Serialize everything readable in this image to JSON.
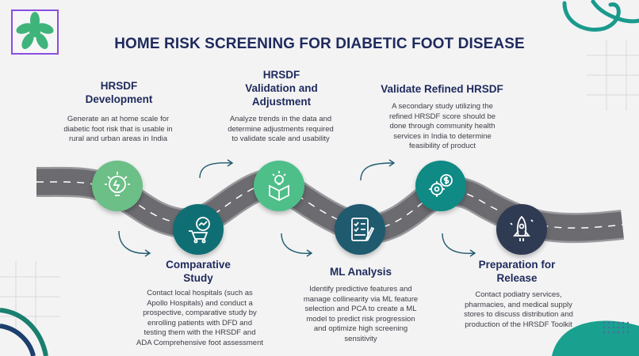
{
  "title": "HOME RISK SCREENING FOR DIABETIC FOOT DISEASE",
  "colors": {
    "title": "#1f2a5c",
    "road": "#6e6e72",
    "road_edge": "#9a9a9e",
    "lane": "#ffffff",
    "step1": "#6cbf86",
    "step2": "#0f6e74",
    "step3": "#4fbf8a",
    "step4": "#1f5a6e",
    "step5": "#0f8a85",
    "step6": "#2f3b52"
  },
  "steps": [
    {
      "title": "HRSDF\nDevelopment",
      "description": "Generate an at home scale for diabetic foot risk that is usable in rural and urban areas in India",
      "icon": "lightbulb-gear-icon"
    },
    {
      "title": "Comparative\nStudy",
      "description": "Contact local hospitals (such as Apollo Hospitals) and conduct a prospective, comparative study by enrolling patients with DFD and testing them with the HRSDF and ADA Comprehensive foot assessment",
      "icon": "cart-chart-icon"
    },
    {
      "title": "HRSDF\nValidation and\nAdjustment",
      "description": "Analyze trends in the data and determine adjustments required to validate scale and usability",
      "icon": "box-idea-icon"
    },
    {
      "title": "ML Analysis",
      "description": "Identify predictive features and manage collinearity via ML feature selection and PCA to create a ML model to predict risk progression and optimize high screening sensitivity",
      "icon": "checklist-icon"
    },
    {
      "title": "Validate Refined HRSDF",
      "description": "A secondary study utilizing the refined HRSDF score should be done through community health services in India to determine feasibility of product",
      "icon": "money-gear-icon"
    },
    {
      "title": "Preparation for\nRelease",
      "description": "Contact podiatry services, pharmacies, and medical supply stores to discuss distribution and production of the HRSDF Toolkit",
      "icon": "rocket-icon"
    }
  ]
}
